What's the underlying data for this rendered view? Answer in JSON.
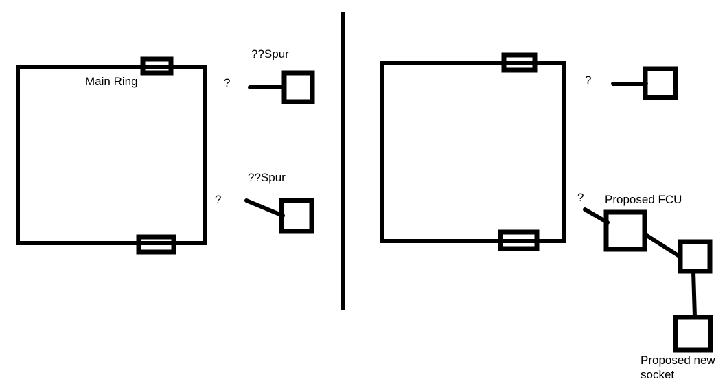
{
  "colors": {
    "ink": "#000000",
    "background": "#ffffff"
  },
  "left_diagram": {
    "ring_label": "Main Ring",
    "top_spur": {
      "question_mark": "?",
      "label": "??Spur"
    },
    "bottom_spur": {
      "question_mark": "?",
      "label": "??Spur"
    }
  },
  "right_diagram": {
    "top_spur": {
      "question_mark": "?"
    },
    "fcu_branch": {
      "question_mark": "?",
      "fcu_label": "Proposed FCU",
      "new_socket_label": "Proposed new socket"
    }
  }
}
